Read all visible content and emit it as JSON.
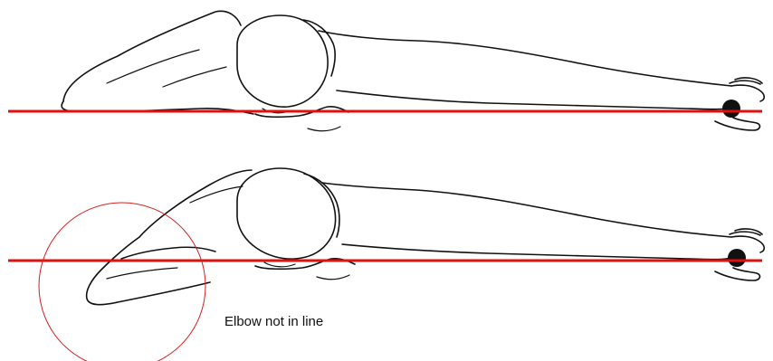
{
  "annotation": {
    "caption": "Elbow not in line"
  },
  "figures": [
    {
      "label": "",
      "posture": "elbow-in-line"
    },
    {
      "label": "",
      "posture": "elbow-not-in-line",
      "highlight": "circle"
    }
  ],
  "colors": {
    "reference_line": "#e01010",
    "highlight_circle": "#d62020",
    "ink": "#111111"
  }
}
